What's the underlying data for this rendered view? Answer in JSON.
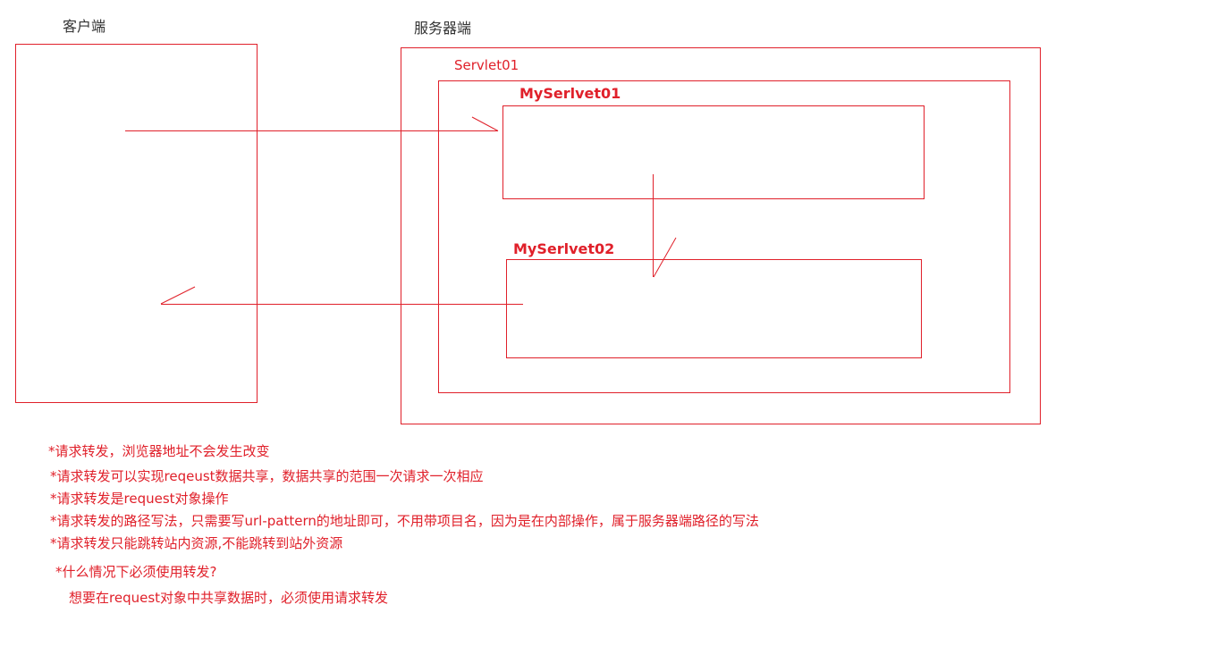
{
  "labels": {
    "client": "客户端",
    "server": "服务器端",
    "servlet01": "Servlet01",
    "my_servlet01": "MySerlvet01",
    "my_servlet02": "MySerlvet02"
  },
  "notes": [
    "*请求转发，浏览器地址不会发生改变",
    "*请求转发可以实现reqeust数据共享，数据共享的范围一次请求一次相应",
    "*请求转发是request对象操作",
    "*请求转发的路径写法，只需要写url-pattern的地址即可，不用带项目名，因为是在内部操作，属于服务器端路径的写法",
    "*请求转发只能跳转站内资源,不能跳转到站外资源",
    "*什么情况下必须使用转发?",
    "想要在request对象中共享数据时，必须使用请求转发"
  ],
  "colors": {
    "stroke": "#e0202a",
    "text_red": "#e0202a",
    "text_dark": "#333333"
  }
}
